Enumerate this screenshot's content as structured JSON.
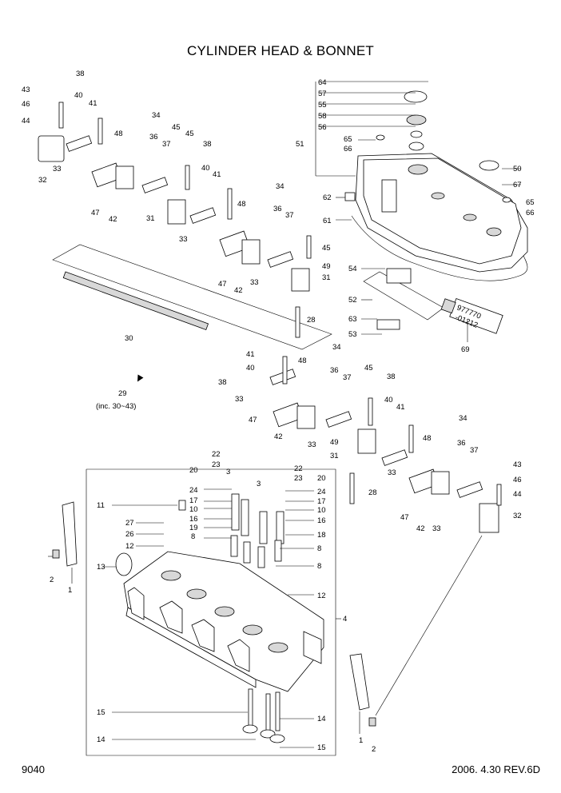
{
  "title": "CYLINDER HEAD & BONNET",
  "footer": {
    "page": "9040",
    "revision": "2006. 4.30  REV.6D"
  },
  "assembly_note": {
    "number": "29",
    "range": "(inc. 30~43)"
  },
  "sealant_tube": {
    "line1": "977770",
    "line2": "-01212"
  },
  "callouts": [
    "1",
    "2",
    "3",
    "4",
    "8",
    "10",
    "11",
    "12",
    "13",
    "14",
    "15",
    "16",
    "17",
    "18",
    "19",
    "20",
    "22",
    "23",
    "24",
    "26",
    "27",
    "28",
    "30",
    "31",
    "32",
    "33",
    "34",
    "36",
    "37",
    "38",
    "40",
    "41",
    "42",
    "43",
    "44",
    "45",
    "46",
    "47",
    "48",
    "49",
    "50",
    "51",
    "52",
    "53",
    "54",
    "55",
    "56",
    "57",
    "58",
    "61",
    "62",
    "63",
    "64",
    "65",
    "66",
    "67",
    "69"
  ]
}
